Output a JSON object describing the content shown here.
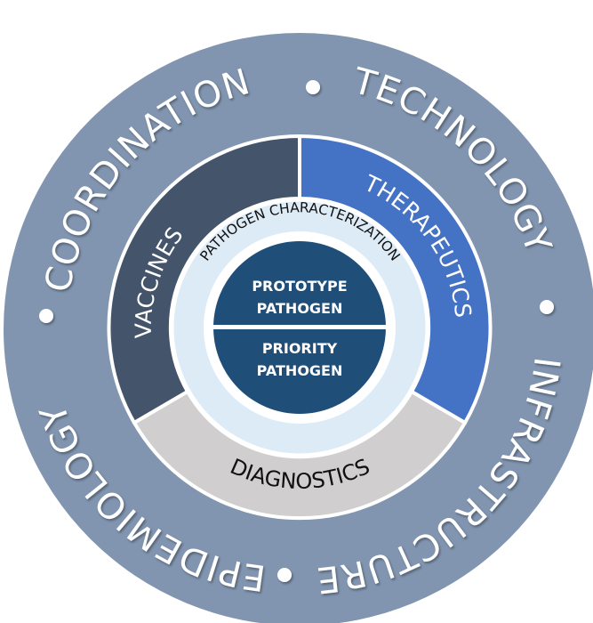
{
  "diagram": {
    "outer_ring": {
      "color": "#8195B0",
      "labels": [
        "COORDINATION",
        "TECHNOLOGY",
        "INFRASTRUCTURE",
        "EPIDEMIOLOGY"
      ],
      "separator": "•"
    },
    "middle_ring": {
      "segments": [
        {
          "label": "VACCINES",
          "color": "#44546A"
        },
        {
          "label": "THERAPEUTICS",
          "color": "#4472C4"
        },
        {
          "label": "DIAGNOSTICS",
          "color": "#D0CECE"
        }
      ]
    },
    "inner_ring": {
      "label": "PATHOGEN CHARACTERIZATION",
      "color": "#DDEBF7"
    },
    "core": {
      "color": "#1F4E79",
      "top_line1": "PROTOTYPE",
      "top_line2": "PATHOGEN",
      "bottom_line1": "PRIORITY",
      "bottom_line2": "PATHOGEN"
    }
  }
}
